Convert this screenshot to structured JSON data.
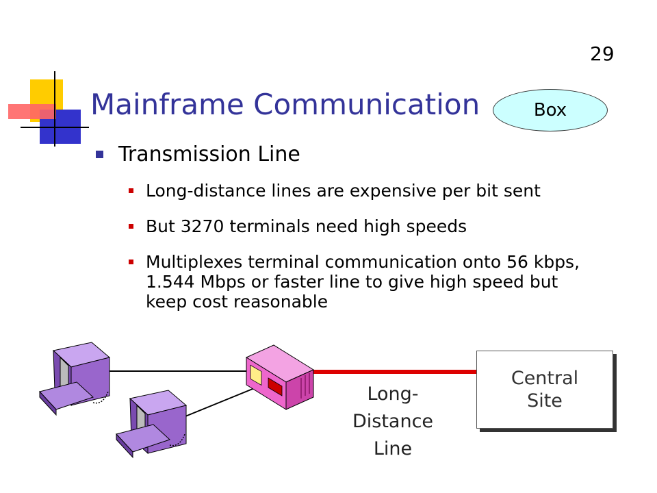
{
  "slide": {
    "number": "29",
    "title": "Mainframe Communication",
    "box_label": "Box"
  },
  "content": {
    "bullet": "Transmission Line",
    "sub_bullets": [
      "Long-distance lines are expensive per bit sent",
      "But 3270 terminals need high speeds",
      "Multiplexes terminal communication onto 56 kbps, 1.544 Mbps or faster line to give high speed but keep cost reasonable"
    ]
  },
  "diagram": {
    "long_distance_label": [
      "Long-",
      "Distance",
      "Line"
    ],
    "central_site_label": [
      "Central",
      "Site"
    ],
    "colors": {
      "title": "#333399",
      "long_distance_line": "#dd0000",
      "terminal": "#9966cc",
      "multiplexer": "#ee66cc",
      "box_fill": "#ccffff"
    }
  }
}
